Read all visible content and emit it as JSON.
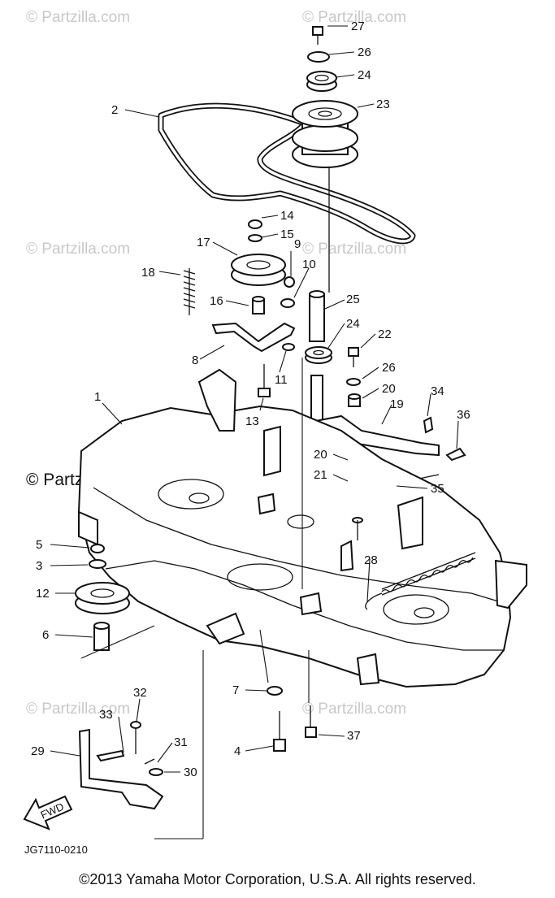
{
  "watermark": "© Partzilla.com",
  "watermark_main": "© Partzilla.com",
  "diagram_code": "JG7110-0210",
  "fwd_label": "FWD",
  "copyright": "©2013 Yamaha Motor Corporation, U.S.A. All rights reserved.",
  "callouts": {
    "c1": "1",
    "c2": "2",
    "c3": "3",
    "c4": "4",
    "c5": "5",
    "c6": "6",
    "c7": "7",
    "c8": "8",
    "c9": "9",
    "c10": "10",
    "c11": "11",
    "c12": "12",
    "c13": "13",
    "c14": "14",
    "c15": "15",
    "c16": "16",
    "c17": "17",
    "c18": "18",
    "c19": "19",
    "c20a": "20",
    "c20b": "20",
    "c21": "21",
    "c22": "22",
    "c23": "23",
    "c24a": "24",
    "c24b": "24",
    "c25": "25",
    "c26a": "26",
    "c26b": "26",
    "c27": "27",
    "c28": "28",
    "c29": "29",
    "c30": "30",
    "c31": "31",
    "c32": "32",
    "c33": "33",
    "c34": "34",
    "c35": "35",
    "c36": "36",
    "c37": "37"
  }
}
